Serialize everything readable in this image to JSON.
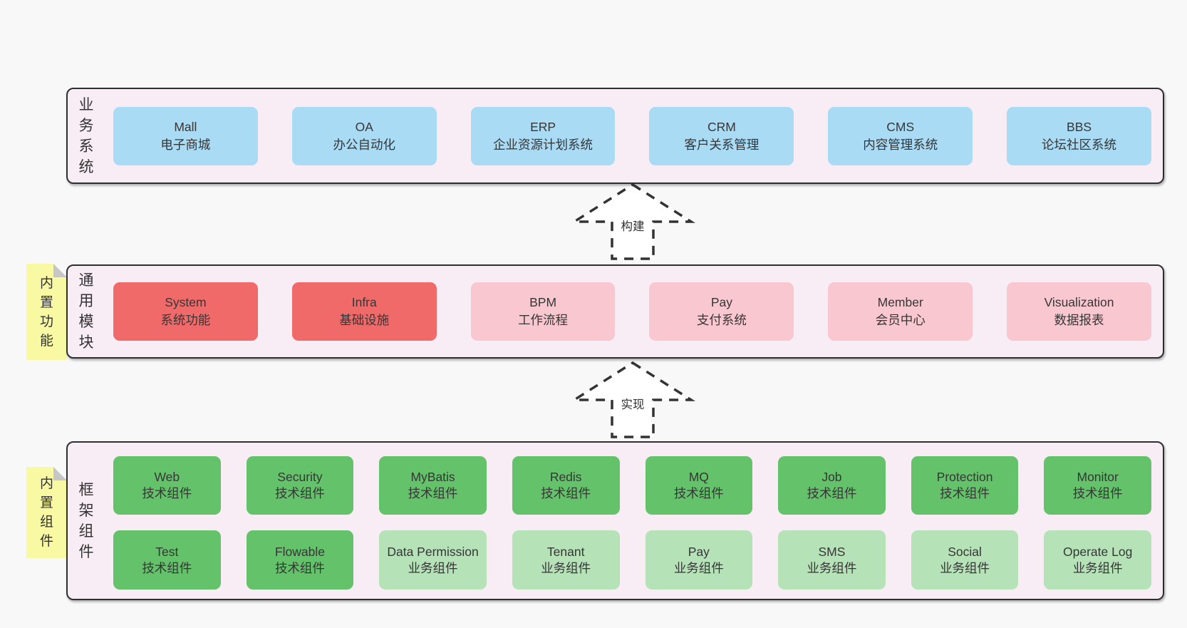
{
  "colors": {
    "page_bg": "#f8f8f8",
    "layer_bg": "#f8edf5",
    "layer_border": "#2f2f2f",
    "box_blue": "#a9dbf5",
    "box_red": "#f16a6a",
    "box_pink": "#f9c7d0",
    "box_green": "#64c26b",
    "box_light_green": "#b6e2b8",
    "note_yellow": "#f9f9a3"
  },
  "arrows": {
    "build": "构建",
    "implement": "实现"
  },
  "layers": {
    "business": {
      "label": "业务系统",
      "systems": [
        {
          "name": "Mall",
          "desc": "电子商城"
        },
        {
          "name": "OA",
          "desc": "办公自动化"
        },
        {
          "name": "ERP",
          "desc": "企业资源计划系统"
        },
        {
          "name": "CRM",
          "desc": "客户关系管理"
        },
        {
          "name": "CMS",
          "desc": "内容管理系统"
        },
        {
          "name": "BBS",
          "desc": "论坛社区系统"
        }
      ]
    },
    "modules": {
      "label": "通用模块",
      "note": "内置功能",
      "items": [
        {
          "name": "System",
          "desc": "系统功能"
        },
        {
          "name": "Infra",
          "desc": "基础设施"
        },
        {
          "name": "BPM",
          "desc": "工作流程"
        },
        {
          "name": "Pay",
          "desc": "支付系统"
        },
        {
          "name": "Member",
          "desc": "会员中心"
        },
        {
          "name": "Visualization",
          "desc": "数据报表"
        }
      ]
    },
    "components": {
      "label": "框架组件",
      "note": "内置组件",
      "row1": [
        {
          "name": "Web",
          "desc": "技术组件"
        },
        {
          "name": "Security",
          "desc": "技术组件"
        },
        {
          "name": "MyBatis",
          "desc": "技术组件"
        },
        {
          "name": "Redis",
          "desc": "技术组件"
        },
        {
          "name": "MQ",
          "desc": "技术组件"
        },
        {
          "name": "Job",
          "desc": "技术组件"
        },
        {
          "name": "Protection",
          "desc": "技术组件"
        },
        {
          "name": "Monitor",
          "desc": "技术组件"
        }
      ],
      "row2": [
        {
          "name": "Test",
          "desc": "技术组件"
        },
        {
          "name": "Flowable",
          "desc": "技术组件"
        },
        {
          "name": "Data Permission",
          "desc": "业务组件"
        },
        {
          "name": "Tenant",
          "desc": "业务组件"
        },
        {
          "name": "Pay",
          "desc": "业务组件"
        },
        {
          "name": "SMS",
          "desc": "业务组件"
        },
        {
          "name": "Social",
          "desc": "业务组件"
        },
        {
          "name": "Operate Log",
          "desc": "业务组件"
        }
      ]
    }
  }
}
